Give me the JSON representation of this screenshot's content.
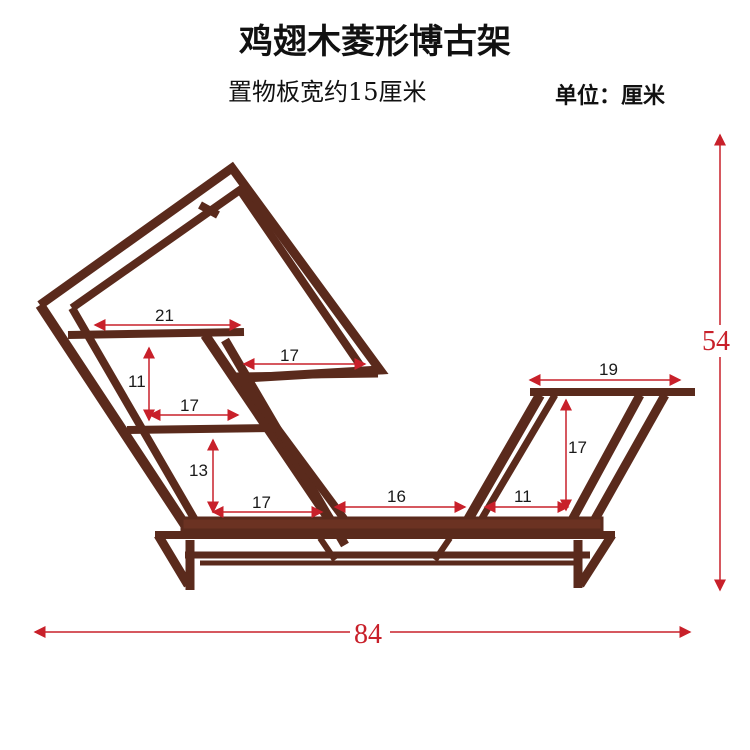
{
  "title": "鸡翅木菱形博古架",
  "subtitle": "置物板宽约15厘米",
  "unit_label": "单位：厘米",
  "colors": {
    "wood": "#5a2a1c",
    "wood_light": "#8a4a30",
    "dimension": "#c8202a"
  },
  "dimensions": {
    "overall_width": "84",
    "overall_height": "54",
    "top_shelf_width": "21",
    "upper_inner_width": "17",
    "left_gap_height": "11",
    "middle_shelf_width": "17",
    "lower_gap_height": "13",
    "bottom_left_width": "17",
    "bottom_center_width": "16",
    "bottom_right_width": "11",
    "right_shelf_width": "19",
    "right_gap_height": "17"
  }
}
